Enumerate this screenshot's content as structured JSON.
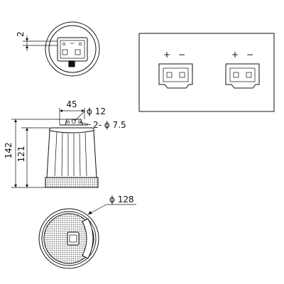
{
  "dimensions": {
    "terminal_offset": "2",
    "mount_spacing": "45",
    "hole_diameter": "ϕ 12",
    "hole_pair": "2- ϕ 7.5",
    "total_height": "142",
    "body_height": "121",
    "bottom_diameter": "ϕ 128"
  },
  "terminals": {
    "plus_sign": "+",
    "minus_sign": "−"
  }
}
